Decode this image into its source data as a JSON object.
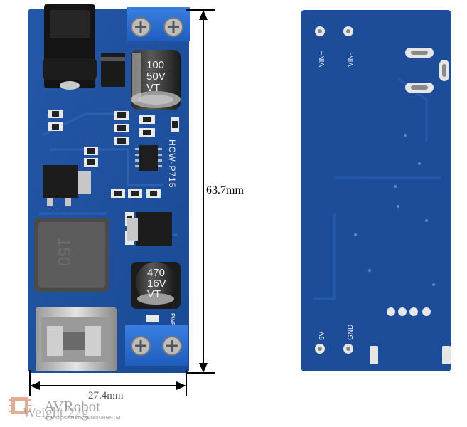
{
  "dimensions": {
    "height_label": "63.7mm",
    "width_label": "27.4mm"
  },
  "front_board": {
    "board_model": "HCW-P715",
    "top_capacitor": {
      "line1": "100",
      "line2": "50V",
      "line3": "VT"
    },
    "bottom_capacitor": {
      "line1": "470",
      "line2": "16V",
      "line3": "VT"
    },
    "pwr_label": "PWR"
  },
  "back_board": {
    "pins": {
      "vin_plus": "VIN+",
      "vin_minus": "VIN-",
      "five_v": "5V",
      "gnd": "GND"
    }
  },
  "watermark": {
    "brand": "AVRobot",
    "tagline": "электронные компоненты",
    "overlay": "Weight:22g"
  },
  "colors": {
    "pcb_blue": "#1f4f9c",
    "terminal_blue": "#2f6fd0",
    "dimension_line": "#000000"
  }
}
